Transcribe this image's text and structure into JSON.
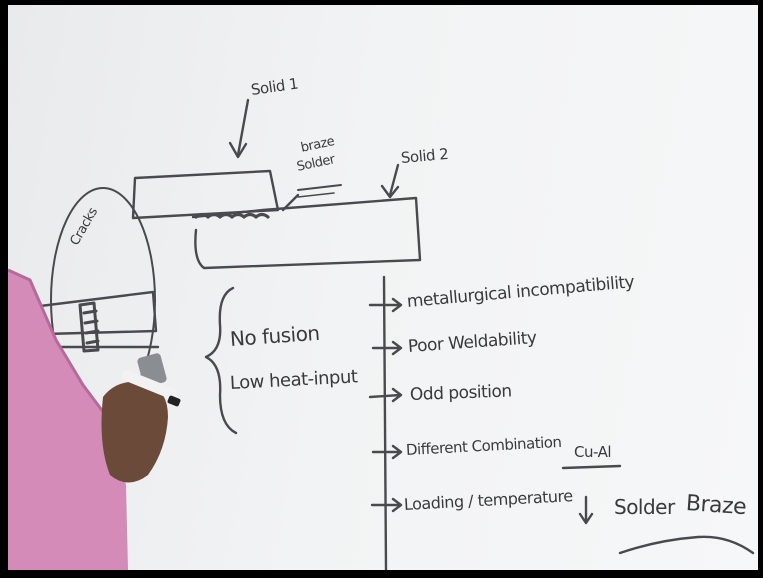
{
  "board": {
    "diagram": {
      "solid1_label": "Solid 1",
      "braze_label": "braze",
      "solder_label": "Solder",
      "solid2_label": "Solid 2",
      "cracks_label": "Cracks"
    },
    "brace_items": [
      "No fusion",
      "Low heat-input"
    ],
    "reasons": [
      "metallurgical incompatibility",
      "Poor Weldability",
      "Odd position",
      "Different Combination",
      "Loading / temperature"
    ],
    "combination_example": "Cu-Al",
    "solder_word": "Solder",
    "braze_word": "Braze"
  }
}
